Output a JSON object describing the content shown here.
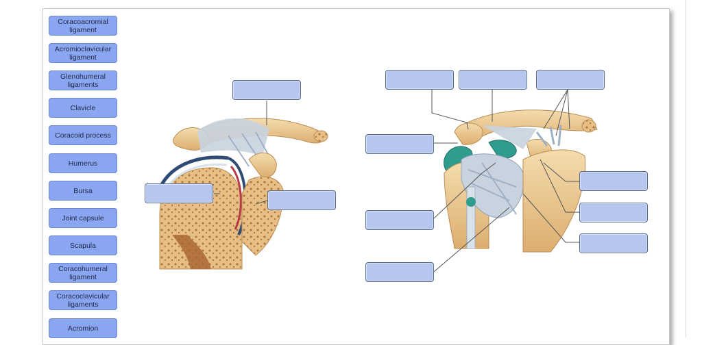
{
  "word_bank": [
    "Coracoacromial ligament",
    "Acromioclavicular ligament",
    "Glenohumeral ligaments",
    "Clavicle",
    "Coracoid process",
    "Humerus",
    "Bursa",
    "Joint capsule",
    "Scapula",
    "Coracohumeral ligament",
    "Coracoclavicular ligaments",
    "Acromion"
  ],
  "colors": {
    "chip_fill": "#8aa6f0",
    "drop_fill": "#b7c6ee",
    "bone": "#e9c48f",
    "ligament": "#c8d3df",
    "cartilage": "#2f9c8e",
    "capsule": "#2f4a73",
    "marrow": "#a8642f"
  }
}
